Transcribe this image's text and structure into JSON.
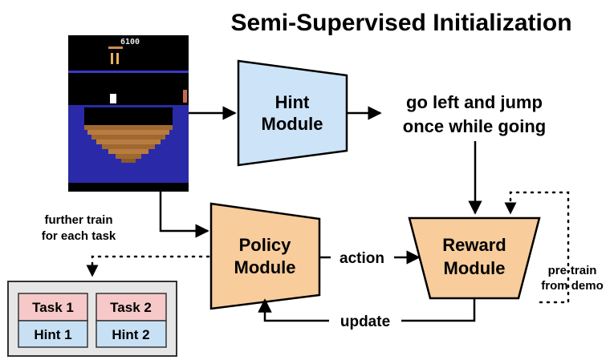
{
  "title": "Semi-Supervised Initialization",
  "game": {
    "score": "6100"
  },
  "hint_module": {
    "line1": "Hint",
    "line2": "Module"
  },
  "hint_text": {
    "line1": "go left and jump",
    "line2": "once while going"
  },
  "policy_module": {
    "line1": "Policy",
    "line2": "Module"
  },
  "reward_module": {
    "line1": "Reward",
    "line2": "Module"
  },
  "action_label": "action",
  "update_label": "update",
  "further_train": {
    "line1": "further train",
    "line2": "for each task"
  },
  "pretrain": {
    "line1": "pre-train",
    "line2": "from demo"
  },
  "tasks": [
    {
      "task": "Task 1",
      "hint": "Hint 1"
    },
    {
      "task": "Task 2",
      "hint": "Hint 2"
    }
  ],
  "colors": {
    "hint_fill": "#cde3f7",
    "module_fill": "#f8cc9b",
    "task_fill": "#f6c8c8",
    "hint_box_fill": "#c8e0f4",
    "panel_fill": "#e6e6e6",
    "game_bg": "#000000",
    "water": "#2a2aa8"
  }
}
